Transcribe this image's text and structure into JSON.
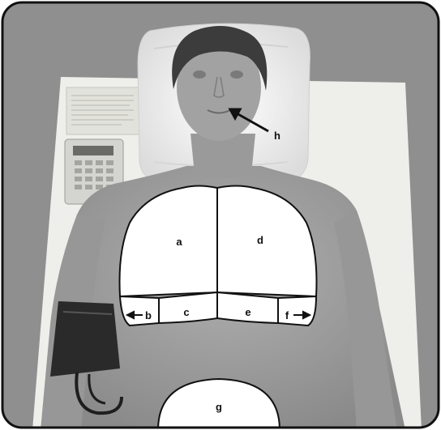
{
  "figure": {
    "labels": {
      "a": "a",
      "b": "b",
      "c": "c",
      "d": "d",
      "e": "e",
      "f": "f",
      "g": "g",
      "h": "h"
    },
    "colors": {
      "background_gray": "#8f8f8f",
      "table_white": "#eeeeea",
      "skin": "#9c9c9c",
      "region_fill": "#ffffff",
      "outline": "#111111",
      "cuff": "#2a2a2a"
    }
  }
}
